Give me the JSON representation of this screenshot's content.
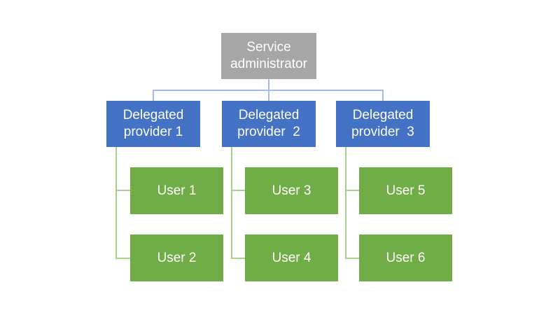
{
  "diagram": {
    "title": "Service administrator",
    "providers": [
      {
        "label": "Delegated provider 1",
        "users": [
          "User 1",
          "User 2"
        ]
      },
      {
        "label": "Delegated provider  2",
        "users": [
          "User 3",
          "User 4"
        ]
      },
      {
        "label": "Delegated provider  3",
        "users": [
          "User 5",
          "User 6"
        ]
      }
    ],
    "colors": {
      "root_fill": "#a6a6a6",
      "provider_fill": "#4472c4",
      "user_fill": "#70ad47",
      "connector_blue": "#a3bbe3",
      "connector_green": "#a9d18e",
      "text": "#ffffff",
      "background": "#ffffff"
    }
  }
}
